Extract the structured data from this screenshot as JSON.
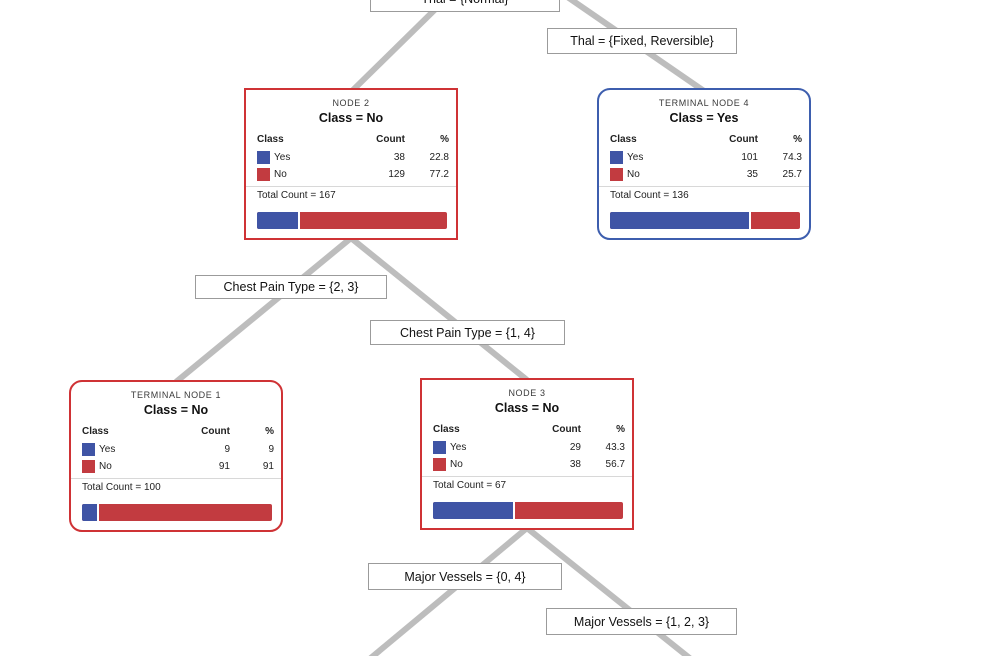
{
  "colors": {
    "yes_fill": "#3F54A5",
    "no_fill": "#C23B40",
    "red_node_border": "#CF3235",
    "blue_node_border": "#3D5EAE",
    "edge_line": "#BDBDBD"
  },
  "table_headers": {
    "class": "Class",
    "count": "Count",
    "pct": "%"
  },
  "edge_labels": {
    "root_left": "Thal = {Normal}",
    "root_right": "Thal = {Fixed, Reversible}",
    "node2_left": "Chest Pain Type = {2, 3}",
    "node2_right": "Chest Pain Type = {1, 4}",
    "node3_left": "Major Vessels = {0, 4}",
    "node3_right": "Major Vessels = {1, 2, 3}"
  },
  "nodes": {
    "node2": {
      "title": "NODE 2",
      "class_line": "Class = No",
      "rows": [
        {
          "label": "Yes",
          "count": "38",
          "pct": "22.8"
        },
        {
          "label": "No",
          "count": "129",
          "pct": "77.2"
        }
      ],
      "total": "Total Count = 167",
      "yes_pct": 22.8
    },
    "terminal4": {
      "title": "TERMINAL NODE 4",
      "class_line": "Class = Yes",
      "rows": [
        {
          "label": "Yes",
          "count": "101",
          "pct": "74.3"
        },
        {
          "label": "No",
          "count": "35",
          "pct": "25.7"
        }
      ],
      "total": "Total Count = 136",
      "yes_pct": 74.3
    },
    "terminal1": {
      "title": "TERMINAL NODE 1",
      "class_line": "Class = No",
      "rows": [
        {
          "label": "Yes",
          "count": "9",
          "pct": "9"
        },
        {
          "label": "No",
          "count": "91",
          "pct": "91"
        }
      ],
      "total": "Total Count = 100",
      "yes_pct": 9
    },
    "node3": {
      "title": "NODE 3",
      "class_line": "Class = No",
      "rows": [
        {
          "label": "Yes",
          "count": "29",
          "pct": "43.3"
        },
        {
          "label": "No",
          "count": "38",
          "pct": "56.7"
        }
      ],
      "total": "Total Count = 67",
      "yes_pct": 43.3
    }
  }
}
